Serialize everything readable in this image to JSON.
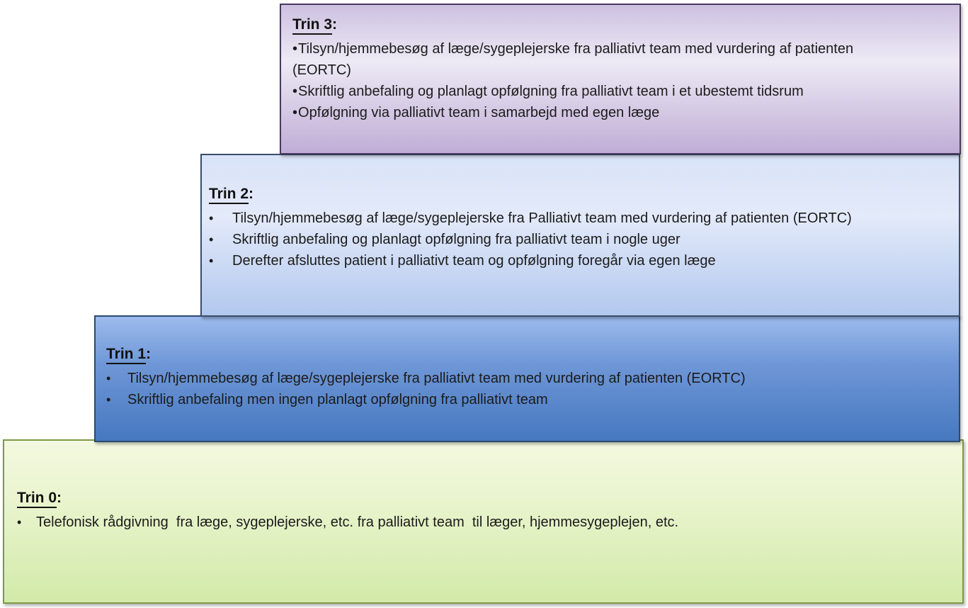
{
  "boxes": [
    {
      "key": "trin-3",
      "title": "Trin 3",
      "title_suffix": ":",
      "bullets": [
        "Tilsyn/hjemmebesøg af læge/sygeplejerske fra palliativt team med vurdering af patienten (EORTC)",
        "Skriftlig anbefaling og planlagt opfølgning fra palliativt team i et ubestemt tidsrum",
        "Opfølgning via palliativt team i samarbejd med egen læge"
      ],
      "colors": {
        "border": "#483a5f",
        "fill_top": "#cdc0e0",
        "fill_mid": "#edeaf5",
        "fill_bottom": "#c0add6"
      }
    },
    {
      "key": "trin-2",
      "title": "Trin 2",
      "title_suffix": ":",
      "bullets": [
        "Tilsyn/hjemmebesøg af læge/sygeplejerske fra Palliativt team med vurdering af patienten (EORTC)",
        "Skriftlig anbefaling og planlagt opfølgning fra palliativt team i nogle uger",
        "Derefter afsluttes patient i palliativt team og opfølgning foregår via egen læge"
      ],
      "colors": {
        "border": "#3a4e6b",
        "fill_top": "#d9e3f7",
        "fill_mid": "#e3eafa",
        "fill_bottom": "#b2c8ee"
      }
    },
    {
      "key": "trin-1",
      "title": "Trin 1",
      "title_suffix": ":",
      "bullets": [
        "Tilsyn/hjemmebesøg af læge/sygeplejerske fra palliativt team med vurdering af patienten (EORTC)",
        "Skriftlig anbefaling men ingen planlagt opfølgning fra palliativt team"
      ],
      "colors": {
        "border": "#2b4a72",
        "fill_top": "#9cbbed",
        "fill_mid": "#6f97d7",
        "fill_bottom": "#4678c0"
      }
    },
    {
      "key": "trin-0",
      "title": "Trin 0",
      "title_suffix": ":",
      "bullets": [
        "Telefonisk rådgivning  fra læge, sygeplejerske, etc. fra palliativt team  til læger, hjemmesygeplejen, etc."
      ],
      "colors": {
        "border": "#7e9a45",
        "fill_top": "#f3f9e0",
        "fill_mid": "#e9f4cd",
        "fill_bottom": "#d2eaa9"
      }
    }
  ]
}
